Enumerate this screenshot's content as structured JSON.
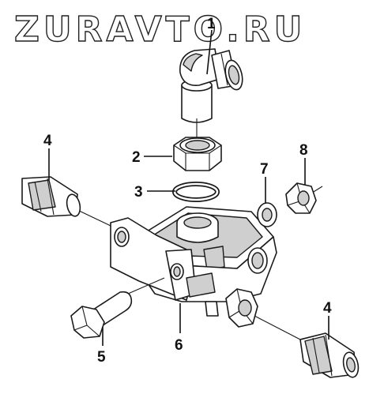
{
  "watermark": "ZURAVTO.RU",
  "callouts": [
    {
      "id": "1"
    },
    {
      "id": "2"
    },
    {
      "id": "3"
    },
    {
      "id": "4"
    },
    {
      "id": "4"
    },
    {
      "id": "5"
    },
    {
      "id": "6"
    },
    {
      "id": "7"
    },
    {
      "id": "8"
    }
  ],
  "colors": {
    "line": "#1a1a1a",
    "shade": "#cfcfcf",
    "background": "#ffffff"
  }
}
